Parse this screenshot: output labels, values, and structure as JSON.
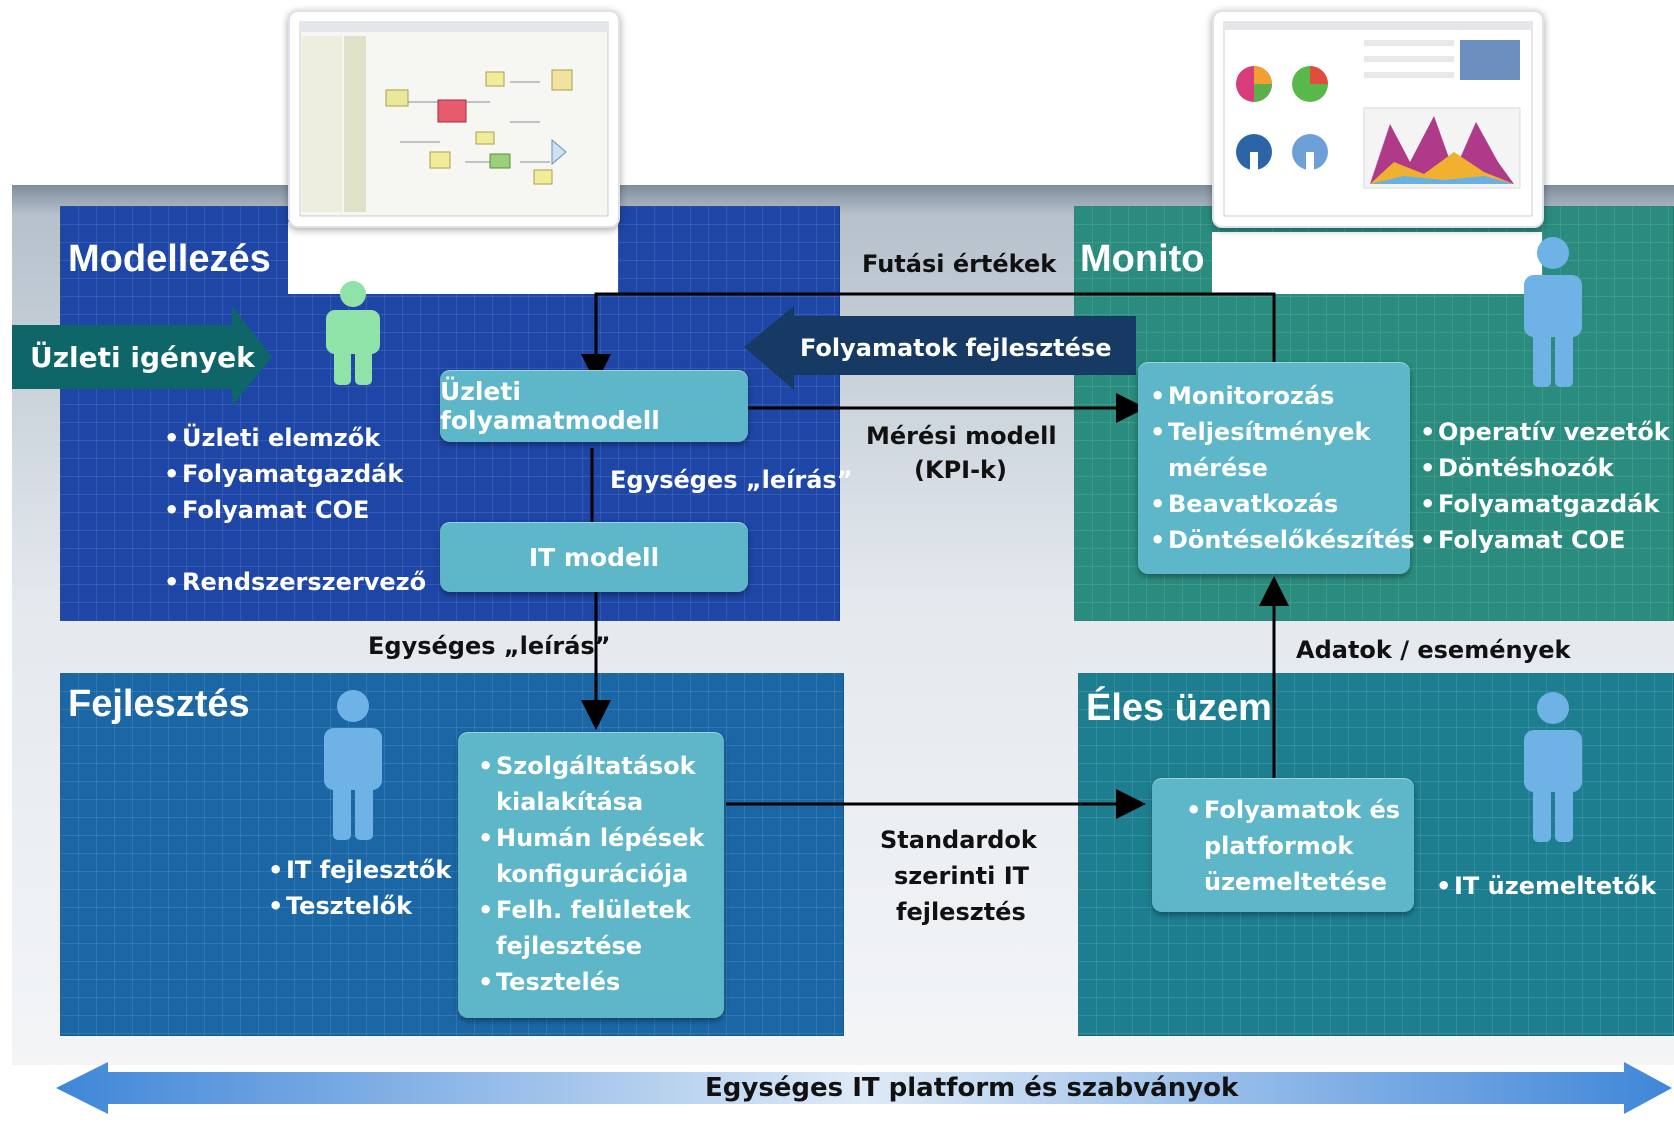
{
  "quadrants": {
    "modeling": {
      "title": "Modellezés",
      "roles": [
        "Üzleti elemzők",
        "Folyamatgazdák",
        "Folyamat COE"
      ],
      "role_extra": "Rendszerszervező"
    },
    "monitoring": {
      "title": "Monito",
      "roles": [
        "Operatív vezetők",
        "Döntéshozók",
        "Folyamatgazdák",
        "Folyamat COE"
      ]
    },
    "development": {
      "title": "Fejlesztés",
      "roles": [
        "IT fejlesztők",
        "Tesztelők"
      ]
    },
    "production": {
      "title": "Éles üzem",
      "roles": [
        "IT üzemeltetők"
      ]
    }
  },
  "boxes": {
    "business_model": "Üzleti folyamatmodell",
    "it_model": "IT modell",
    "monitor_items": [
      "Monitorozás",
      "Teljesítmények mérése",
      "Beavatkozás",
      "Döntéselőkészítés"
    ],
    "dev_items": [
      "Szolgáltatások kialakítása",
      "Humán lépések konfigurációja",
      "Felh. felületek fejlesztése",
      "Tesztelés"
    ],
    "ops_items": [
      "Folyamatok és platformok üzemeltetése"
    ]
  },
  "labels": {
    "business_needs": "Üzleti igények",
    "runtime_values": "Futási értékek",
    "process_improvement": "Folyamatok fejlesztése",
    "measurement_model_1": "Mérési modell",
    "measurement_model_2": "(KPI-k)",
    "unified_desc_1": "Egységes „leírás”",
    "unified_desc_2": "Egységes „leírás”",
    "data_events": "Adatok / események",
    "standards_1": "Standardok",
    "standards_2": "szerinti IT",
    "standards_3": "fejlesztés",
    "platform": "Egységes IT platform és szabványok"
  },
  "colors": {
    "modeling": "#1e46a6",
    "monitoring": "#2a8c7e",
    "development": "#1b67a6",
    "production": "#1d7e90",
    "box": "#5eb6c9",
    "person_green": "#8fe3a8",
    "person_blue": "#6fb2e6",
    "dark_arrow": "#163a63",
    "teal_arrow": "#0e6668"
  }
}
